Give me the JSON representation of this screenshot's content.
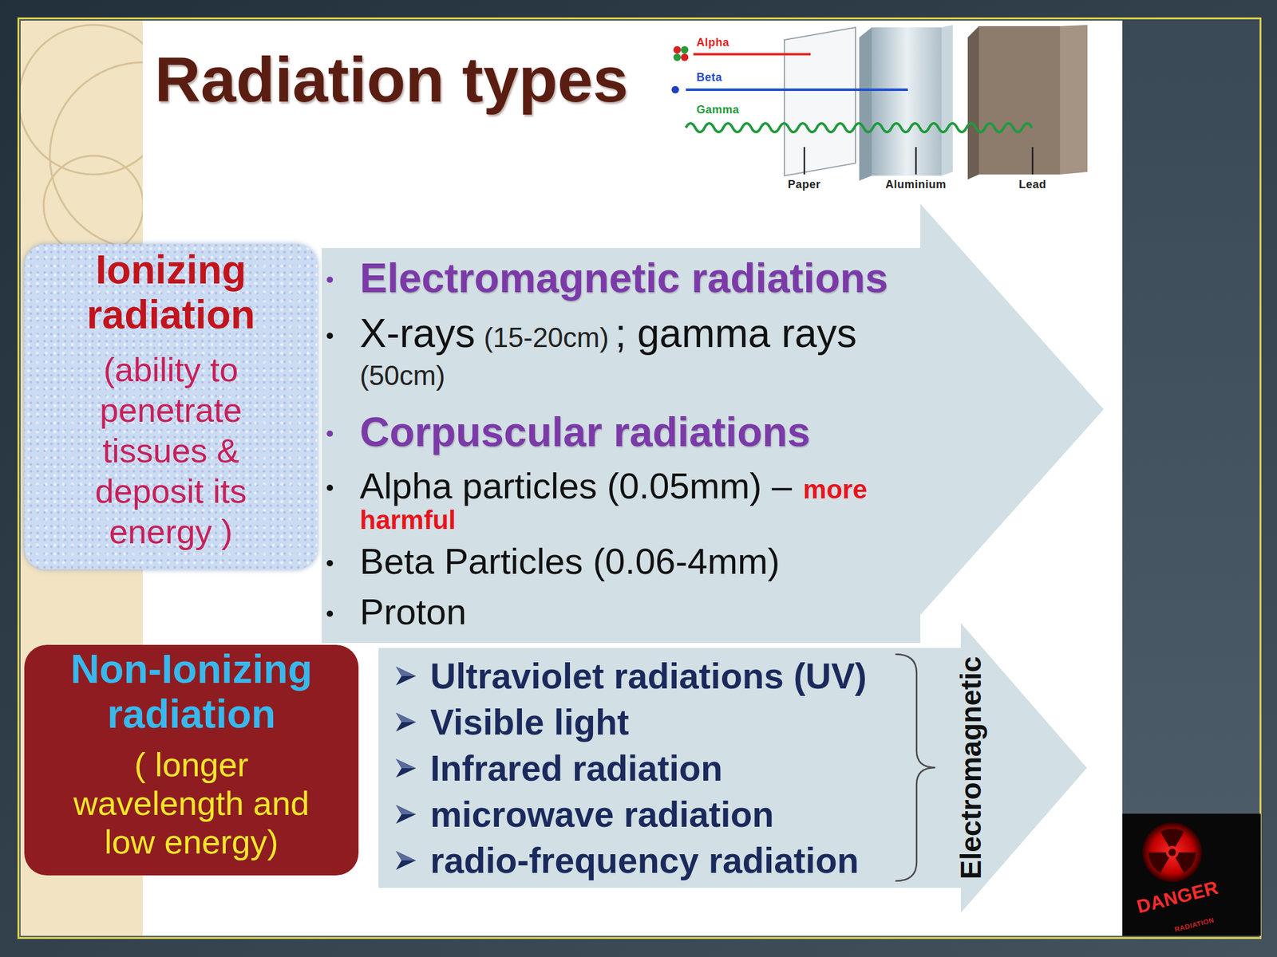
{
  "diagram": {
    "title": "Radiation types",
    "nodes": [
      {
        "text": [
          "Ionizing radiation",
          "(ability to penetrate tissues & deposit its energy )"
        ]
      },
      {
        "text": [
          "Electromagnetic radiations",
          "X-rays",
          "(15-20cm)",
          "; gamma rays",
          "(50cm)",
          "Corpuscular radiations",
          "Alpha particles (0.05mm) –",
          "more harmful",
          "Beta Particles (0.06-4mm)",
          "Proton"
        ]
      },
      {
        "text": [
          "Non-Ionizing radiation",
          "( longer wavelength and low energy)"
        ]
      },
      {
        "text": [
          "Ultraviolet radiations (UV)",
          "Visible light",
          "Infrared radiation",
          "microwave radiation",
          "radio-frequency radiation",
          "Electromagnetic"
        ]
      }
    ],
    "labels": [
      "Alpha",
      "Beta",
      "Gamma",
      "Paper",
      "Aluminium",
      "Lead",
      "DANGER",
      "RADIATION"
    ]
  }
}
